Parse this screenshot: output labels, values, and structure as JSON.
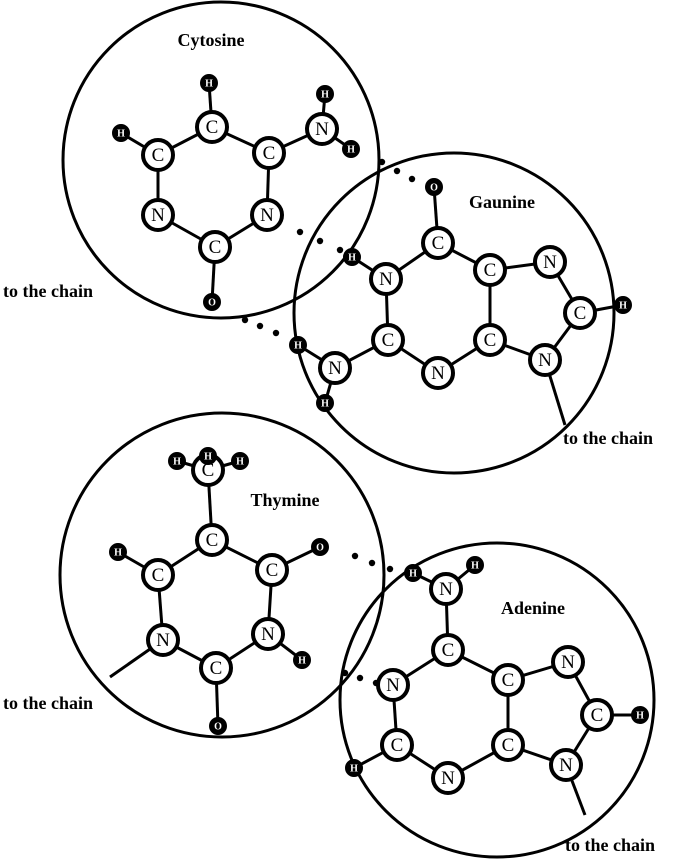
{
  "molecules": [
    {
      "name": "Cytosine",
      "chain_label": "to the chain",
      "atoms": [
        "C",
        "H",
        "C",
        "H",
        "C",
        "N",
        "H",
        "H",
        "N",
        "N",
        "C",
        "O"
      ]
    },
    {
      "name": "Gaunine",
      "chain_label": "to the chain",
      "atoms": [
        "O",
        "C",
        "N",
        "H",
        "C",
        "N",
        "C",
        "H",
        "C",
        "N",
        "C",
        "N",
        "N",
        "H",
        "H"
      ]
    },
    {
      "name": "Thymine",
      "chain_label": "to the chain",
      "atoms": [
        "C",
        "H",
        "H",
        "H",
        "C",
        "C",
        "H",
        "C",
        "O",
        "N",
        "N",
        "H",
        "C",
        "O"
      ]
    },
    {
      "name": "Adenine",
      "chain_label": "to the chain",
      "atoms": [
        "H",
        "N",
        "H",
        "C",
        "N",
        "C",
        "N",
        "C",
        "H",
        "C",
        "N",
        "C",
        "H",
        "N"
      ]
    }
  ],
  "colors": {
    "ink": "#000000",
    "background": "#ffffff"
  }
}
